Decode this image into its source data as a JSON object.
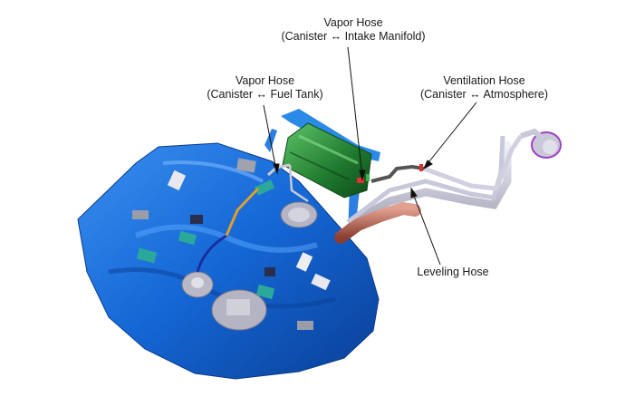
{
  "diagram": {
    "type": "Fuel tank and evaporative hose component diagram",
    "labels": [
      {
        "id": "vapor-hose-intake",
        "line1": "Vapor Hose",
        "line2": "(Canister ↔ Intake Manifold)"
      },
      {
        "id": "vapor-hose-tank",
        "line1": "Vapor Hose",
        "line2": "(Canister ↔ Fuel Tank)"
      },
      {
        "id": "ventilation-hose",
        "line1": "Ventilation Hose",
        "line2": "(Canister ↔ Atmosphere)"
      },
      {
        "id": "leveling-hose",
        "line1": "Leveling Hose"
      }
    ],
    "components": [
      "Fuel Tank",
      "Canister",
      "Filler Neck",
      "Fuel Pump Assembly",
      "Brackets"
    ],
    "colors": {
      "tank": "#1a6fd6",
      "tank_dark": "#0b4aa3",
      "canister": "#2a8a3a",
      "filler_pipe": "#c8c8d8",
      "filler_hose": "#b8685a",
      "pad_grey": "#9a9ca8",
      "pad_teal": "#2aa99a",
      "pad_dark": "#2a2e4a"
    }
  }
}
